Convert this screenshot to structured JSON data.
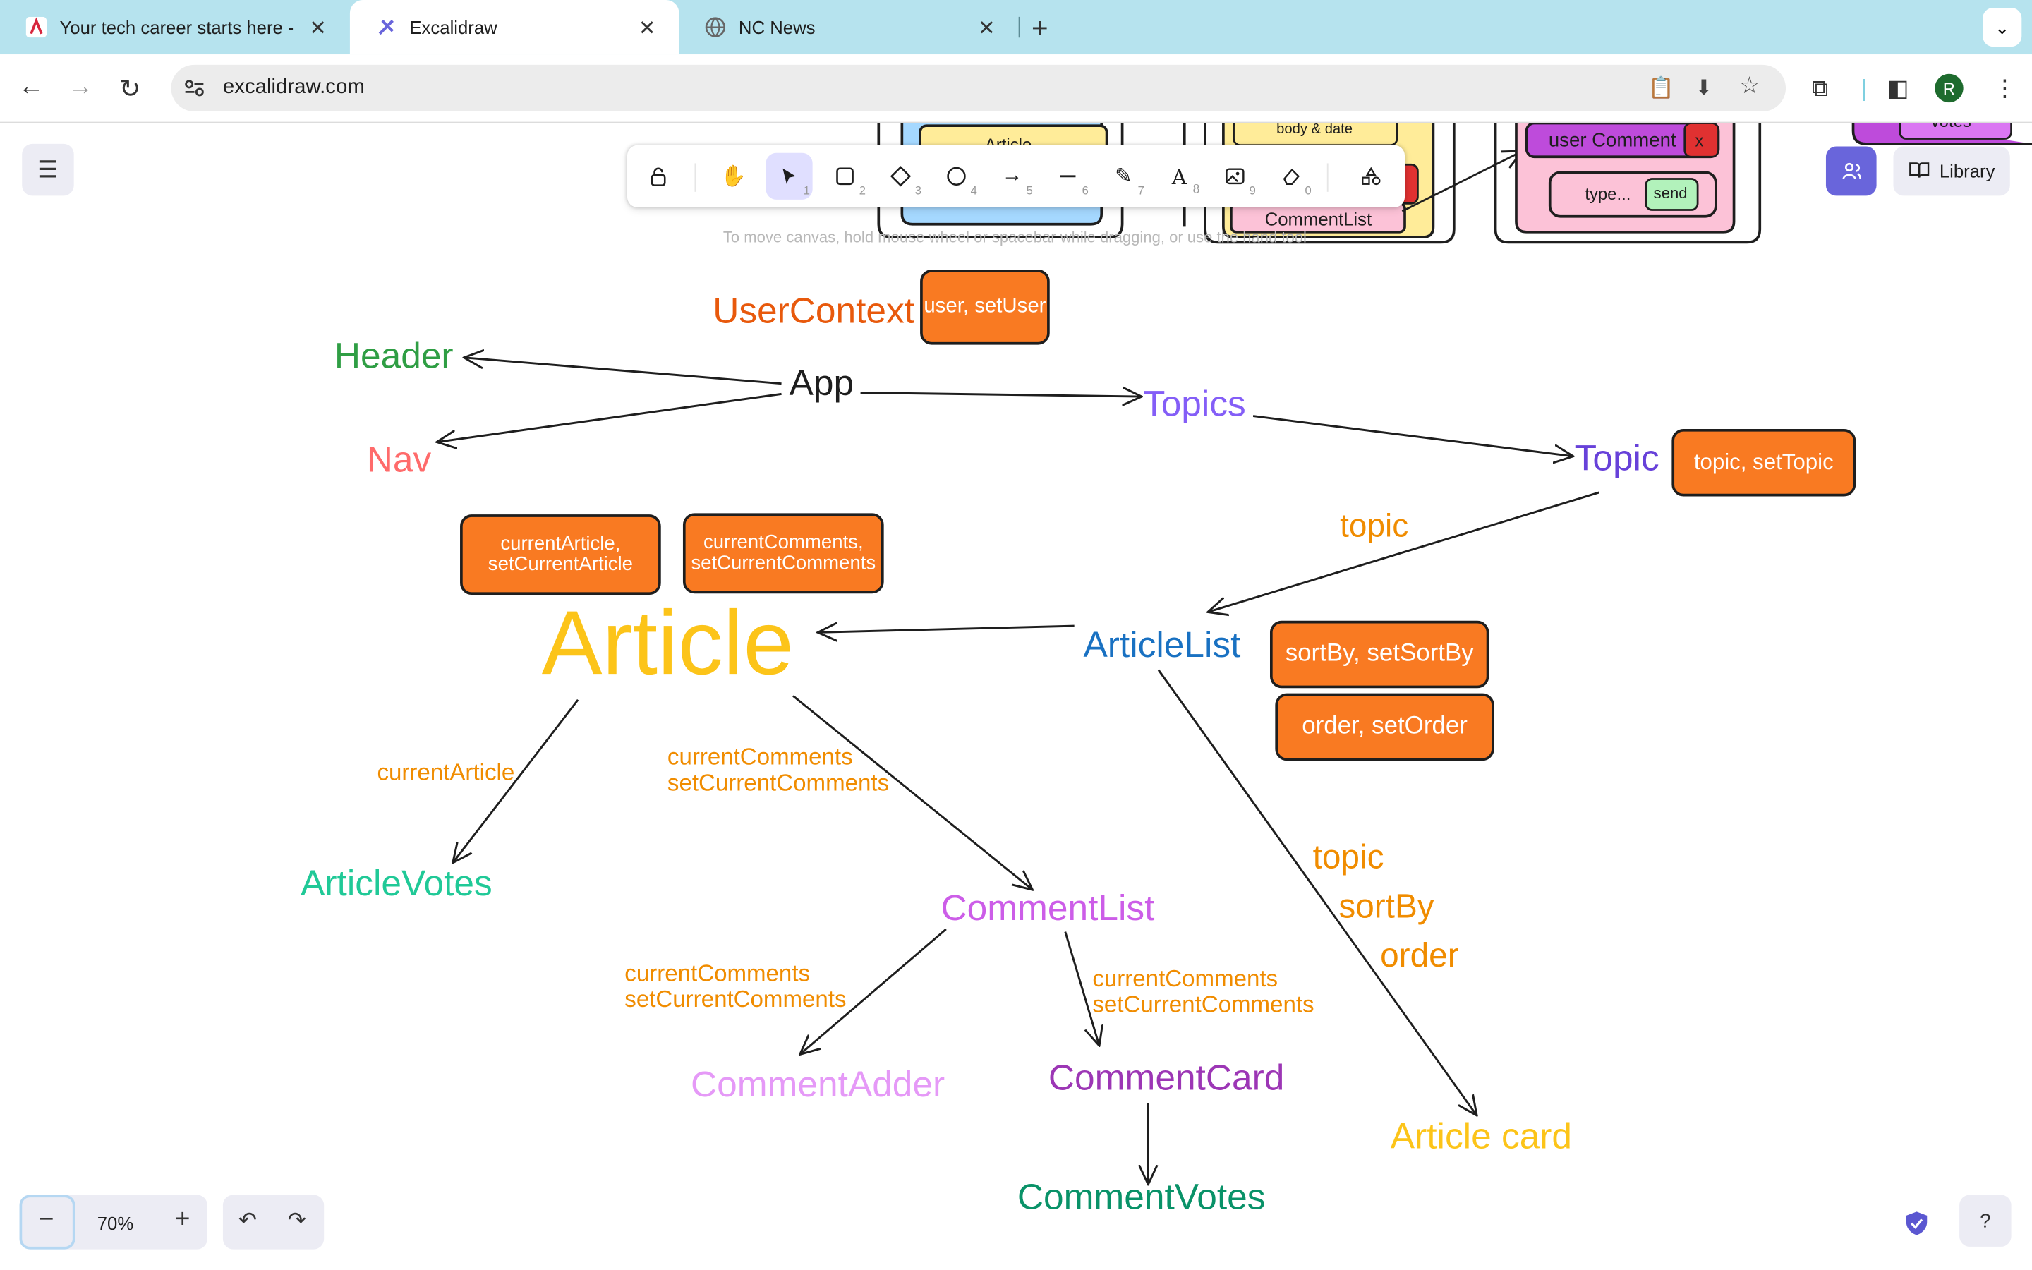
{
  "browser": {
    "tabs": [
      {
        "title": "Your tech career starts here -",
        "active": false
      },
      {
        "title": "Excalidraw",
        "active": true
      },
      {
        "title": "NC News",
        "active": false
      }
    ],
    "url": "excalidraw.com",
    "avatar_letter": "R"
  },
  "toolbar": {
    "tools": [
      {
        "icon": "lock-icon",
        "key": ""
      },
      {
        "icon": "hand-icon",
        "key": ""
      },
      {
        "icon": "selection-icon",
        "key": "1"
      },
      {
        "icon": "rectangle-icon",
        "key": "2"
      },
      {
        "icon": "diamond-icon",
        "key": "3"
      },
      {
        "icon": "ellipse-icon",
        "key": "4"
      },
      {
        "icon": "arrow-icon",
        "key": "5"
      },
      {
        "icon": "line-icon",
        "key": "6"
      },
      {
        "icon": "pencil-icon",
        "key": "7"
      },
      {
        "icon": "text-icon",
        "key": "8"
      },
      {
        "icon": "image-icon",
        "key": "9"
      },
      {
        "icon": "eraser-icon",
        "key": "0"
      },
      {
        "icon": "more-shapes-icon",
        "key": ""
      }
    ],
    "selected": "selection-icon",
    "hint": "To move canvas, hold mouse wheel or spacebar while dragging, or use the hand tool"
  },
  "top_right": {
    "library_label": "Library"
  },
  "zoom": {
    "level": "70%",
    "minus": "−",
    "plus": "+"
  },
  "wireframe": {
    "article_label": "Article",
    "body_date_label": "body & date",
    "commentlist_label": "CommentList",
    "user_comment_label": "user Comment",
    "delete_label": "x",
    "type_label": "type...",
    "send_label": "send",
    "votes_label": "votes"
  },
  "diagram": {
    "nodes": {
      "usercontext": "UserContext",
      "header": "Header",
      "app": "App",
      "topics": "Topics",
      "nav": "Nav",
      "topic": "Topic",
      "article": "Article",
      "articlelist": "ArticleList",
      "articlevotes": "ArticleVotes",
      "commentlist": "CommentList",
      "commentadder": "CommentAdder",
      "commentcard": "CommentCard",
      "commentvotes": "CommentVotes",
      "articlecard": "Article card"
    },
    "state_boxes": {
      "user": "user, setUser",
      "topic": "topic, setTopic",
      "current_article": [
        "currentArticle,",
        "setCurrentArticle"
      ],
      "current_comments": [
        "currentComments,",
        "setCurrentComments"
      ],
      "sortby": "sortBy, setSortBy",
      "order": "order, setOrder"
    },
    "edge_labels": {
      "topic_to_list": "topic",
      "article_to_votes": "currentArticle",
      "article_to_commentlist": [
        "currentComments",
        "setCurrentComments"
      ],
      "list_to_card": [
        "topic",
        "sortBy",
        "order"
      ],
      "commentlist_to_adder": [
        "currentComments",
        "setCurrentComments"
      ],
      "commentlist_to_card": [
        "currentComments",
        "setCurrentComments"
      ]
    },
    "colors": {
      "usercontext": "#e8590c",
      "header": "#2f9e44",
      "app": "#1e1e1e",
      "topics": "#845ef7",
      "nav": "#ff6b6b",
      "topic": "#6741d9",
      "article": "#fcc419",
      "articlelist": "#1971c2",
      "articlevotes": "#20c997",
      "commentlist": "#cc5de8",
      "commentadder": "#e599f7",
      "commentcard": "#9c36b5",
      "commentvotes": "#099268",
      "articlecard": "#fcc419",
      "edge_label": "#f08c00",
      "state_box": "#fd7e14"
    }
  }
}
